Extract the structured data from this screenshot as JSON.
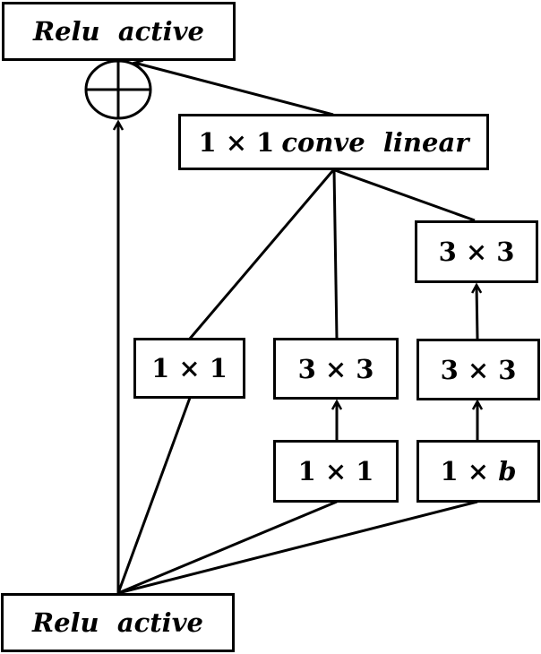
{
  "diagram": {
    "top_box": "Relu  active",
    "bottom_box": "Relu  active",
    "linear_box": {
      "num": "1 × 1",
      "text": "conve  linear"
    },
    "branch1": {
      "conv": "1 × 1"
    },
    "branch2": {
      "conv_top": "3 × 3",
      "conv_bottom": "1 × 1"
    },
    "branch3": {
      "conv_top": "3 × 3",
      "conv_mid": "3 × 3",
      "conv_bottom_num": "1 × ",
      "conv_bottom_var": "b"
    },
    "add_node": "add-operator"
  },
  "colors": {
    "stroke": "#000000",
    "background": "#ffffff"
  }
}
